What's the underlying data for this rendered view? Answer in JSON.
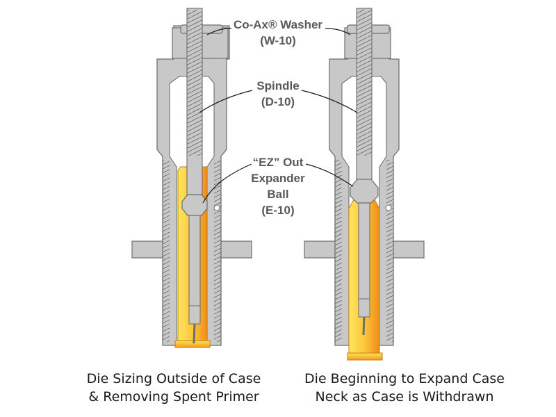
{
  "labels": {
    "washer_line1": "Co-Ax® Washer",
    "washer_line2": "(W-10)",
    "spindle_line1": "Spindle",
    "spindle_line2": "(D-10)",
    "ball_line1": "“EZ” Out",
    "ball_line2": "Expander",
    "ball_line3": "Ball",
    "ball_line4": "(E-10)"
  },
  "captions": {
    "left_line1": "Die Sizing Outside of Case",
    "left_line2": "& Removing Spent Primer",
    "right_line1": "Die Beginning to Expand Case",
    "right_line2": "Neck as Case is Withdrawn"
  },
  "colors": {
    "die_body": "#c8c8c8",
    "outline": "#6e6e6e",
    "brass_light": "#ffe15a",
    "brass_dark": "#f39a1e",
    "label_text": "#58595b"
  }
}
